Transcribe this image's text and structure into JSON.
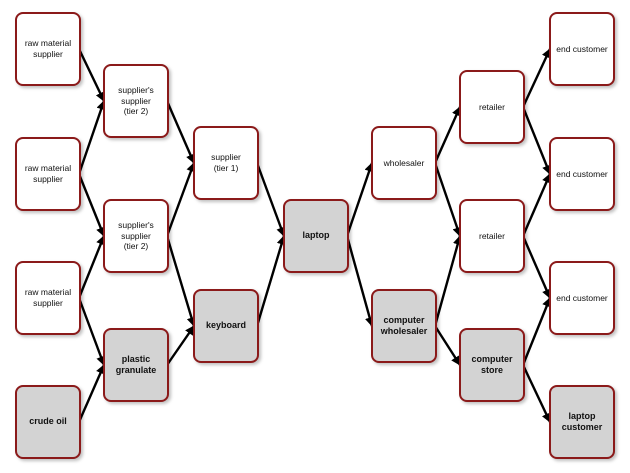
{
  "title": "",
  "colors": {
    "border": "#8b1a1a",
    "highlight_fill": "#d3d3d3",
    "fill": "#ffffff",
    "arrow": "#000000"
  },
  "nodes": {
    "rms1": {
      "label": "raw material\nsupplier",
      "highlighted": false
    },
    "rms2": {
      "label": "raw material\nsupplier",
      "highlighted": false
    },
    "rms3": {
      "label": "raw material\nsupplier",
      "highlighted": false
    },
    "crude_oil": {
      "label": "crude oil",
      "highlighted": true
    },
    "ss1": {
      "label": "supplier's\nsupplier\n(tier 2)",
      "highlighted": false
    },
    "ss2": {
      "label": "supplier's\nsupplier\n(tier 2)",
      "highlighted": false
    },
    "plastic_granulate": {
      "label": "plastic\ngranulate",
      "highlighted": true
    },
    "supplier_t1": {
      "label": "supplier\n(tier 1)",
      "highlighted": false
    },
    "keyboard": {
      "label": "keyboard",
      "highlighted": true
    },
    "laptop": {
      "label": "laptop",
      "highlighted": true
    },
    "wholesaler": {
      "label": "wholesaler",
      "highlighted": false
    },
    "computer_wholesaler": {
      "label": "computer\nwholesaler",
      "highlighted": true
    },
    "retailer1": {
      "label": "retailer",
      "highlighted": false
    },
    "retailer2": {
      "label": "retailer",
      "highlighted": false
    },
    "computer_store": {
      "label": "computer\nstore",
      "highlighted": true
    },
    "end_customer1": {
      "label": "end customer",
      "highlighted": false
    },
    "end_customer2": {
      "label": "end customer",
      "highlighted": false
    },
    "end_customer3": {
      "label": "end customer",
      "highlighted": false
    },
    "laptop_customer": {
      "label": "laptop\ncustomer",
      "highlighted": true
    }
  },
  "edges": [
    [
      "rms1",
      "ss1"
    ],
    [
      "rms2",
      "ss1"
    ],
    [
      "rms2",
      "ss2"
    ],
    [
      "rms3",
      "ss2"
    ],
    [
      "rms3",
      "plastic_granulate"
    ],
    [
      "crude_oil",
      "plastic_granulate"
    ],
    [
      "ss1",
      "supplier_t1"
    ],
    [
      "ss2",
      "supplier_t1"
    ],
    [
      "ss2",
      "keyboard"
    ],
    [
      "plastic_granulate",
      "keyboard"
    ],
    [
      "supplier_t1",
      "laptop"
    ],
    [
      "keyboard",
      "laptop"
    ],
    [
      "laptop",
      "wholesaler"
    ],
    [
      "laptop",
      "computer_wholesaler"
    ],
    [
      "wholesaler",
      "retailer1"
    ],
    [
      "wholesaler",
      "retailer2"
    ],
    [
      "computer_wholesaler",
      "retailer2"
    ],
    [
      "computer_wholesaler",
      "computer_store"
    ],
    [
      "retailer1",
      "end_customer1"
    ],
    [
      "retailer1",
      "end_customer2"
    ],
    [
      "retailer2",
      "end_customer2"
    ],
    [
      "retailer2",
      "end_customer3"
    ],
    [
      "computer_store",
      "end_customer3"
    ],
    [
      "computer_store",
      "laptop_customer"
    ]
  ]
}
